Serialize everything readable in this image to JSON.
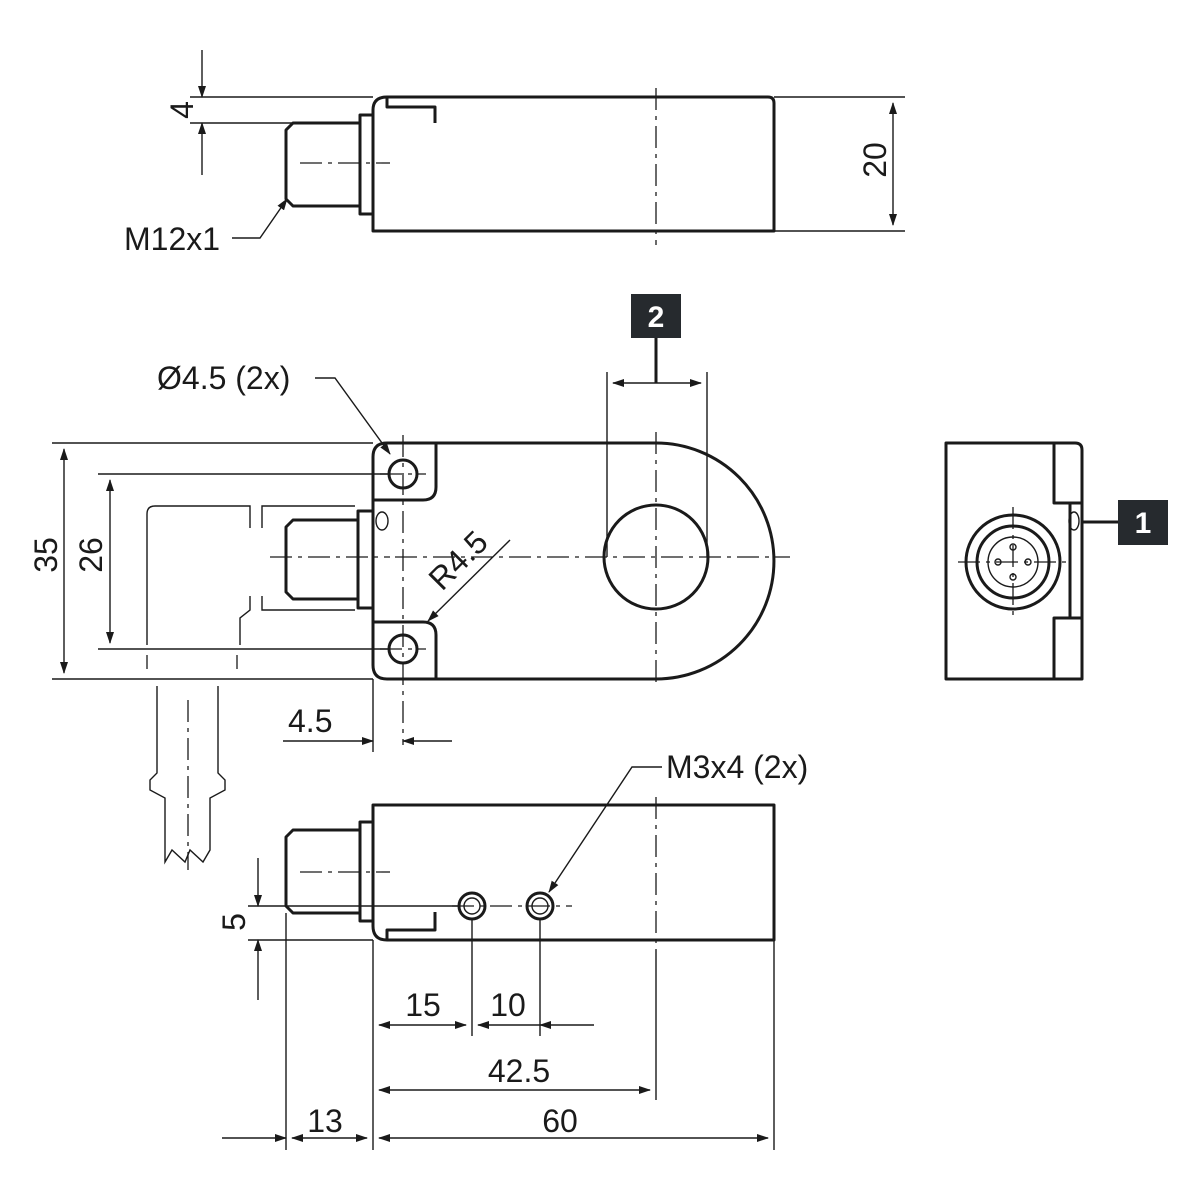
{
  "dimensions": {
    "top_view_step": "4",
    "top_view_height": "20",
    "thread": "M12x1",
    "hole_diameter": "Ø4.5 (2x)",
    "radius": "R4.5",
    "width_outer": "35",
    "width_inner": "26",
    "hole_offset": "4.5",
    "mount_thread": "M3x4 (2x)",
    "side_offset": "5",
    "hole_pitch_first": "15",
    "hole_pitch_second": "10",
    "center_distance": "42.5",
    "connector_length": "13",
    "body_length": "60"
  },
  "markers": {
    "marker_1": "1",
    "marker_2": "2"
  }
}
